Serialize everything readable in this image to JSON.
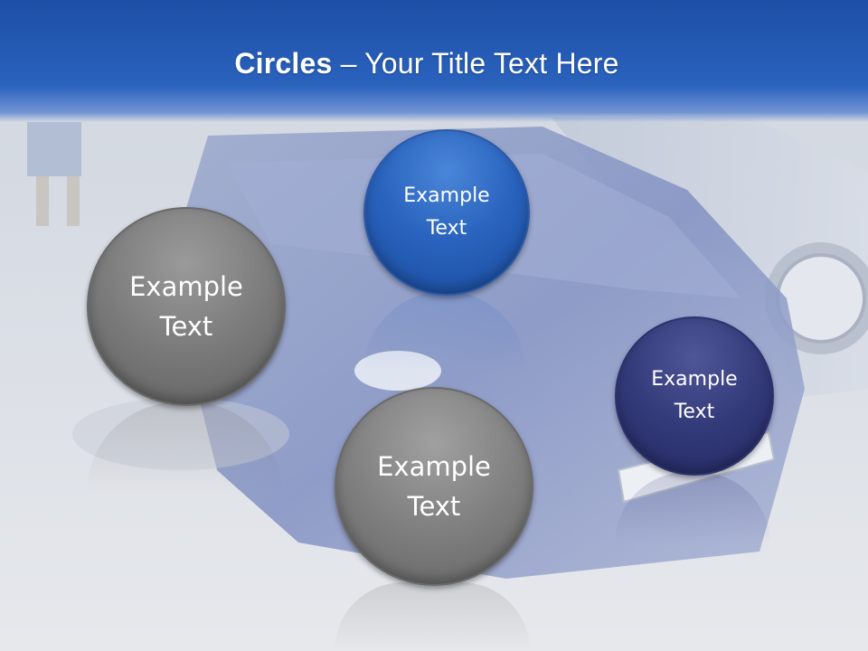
{
  "slide": {
    "title_bold": "Circles",
    "title_rest": " – Your Title Text Here"
  },
  "circles": [
    {
      "label": "Example\nText",
      "color": "#2a64bf"
    },
    {
      "label": "Example\nText",
      "color": "#7b7b7b"
    },
    {
      "label": "Example\nText",
      "color": "#333a7a"
    },
    {
      "label": "Example\nText",
      "color": "#808080"
    }
  ],
  "colors": {
    "header": "#1d4fa6",
    "background": "#dfe3ea"
  }
}
